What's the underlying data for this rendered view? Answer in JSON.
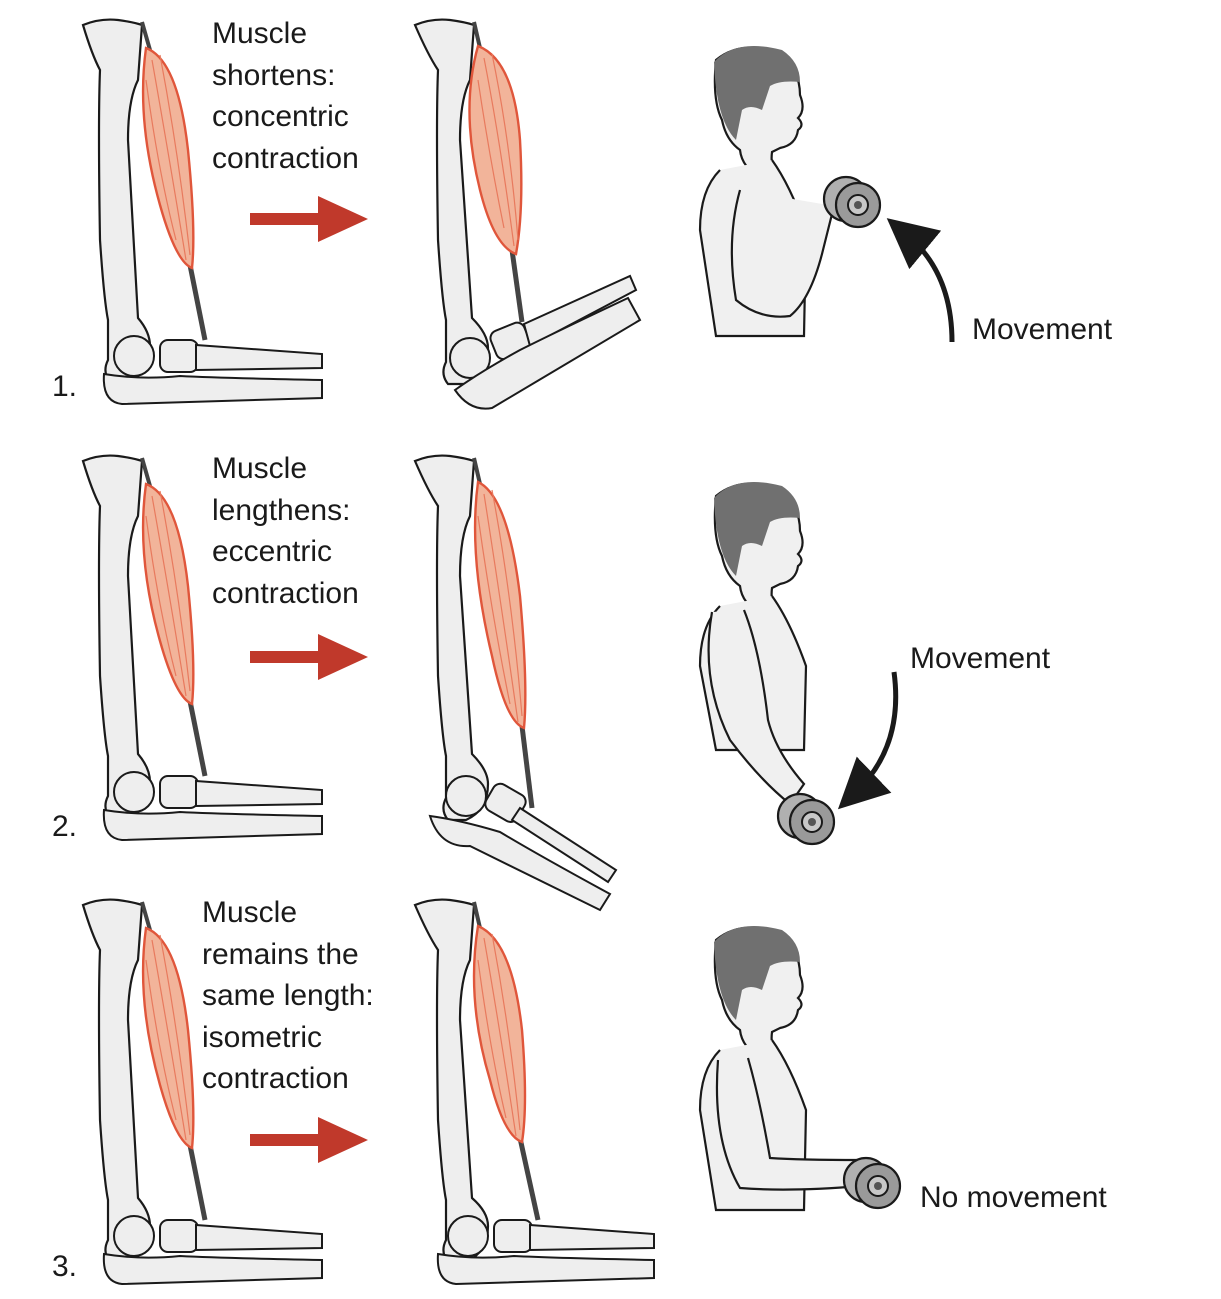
{
  "rows": [
    {
      "number": "1.",
      "caption": [
        "Muscle",
        "shortens:",
        "concentric",
        "contraction"
      ],
      "movement_label": "Movement"
    },
    {
      "number": "2.",
      "caption": [
        "Muscle",
        "lengthens:",
        "eccentric",
        "contraction"
      ],
      "movement_label": "Movement"
    },
    {
      "number": "3.",
      "caption": [
        "Muscle",
        "remains the",
        "same length:",
        "isometric",
        "contraction"
      ],
      "movement_label": "No movement"
    }
  ],
  "colors": {
    "arrow": "#c0392b",
    "muscle_fill": "#f2b49a",
    "muscle_stroke": "#e0563b",
    "bone_fill": "#eeeeee",
    "bone_stroke": "#1a1a1a",
    "hair": "#707070",
    "dumbbell": "#9a9a9a"
  }
}
